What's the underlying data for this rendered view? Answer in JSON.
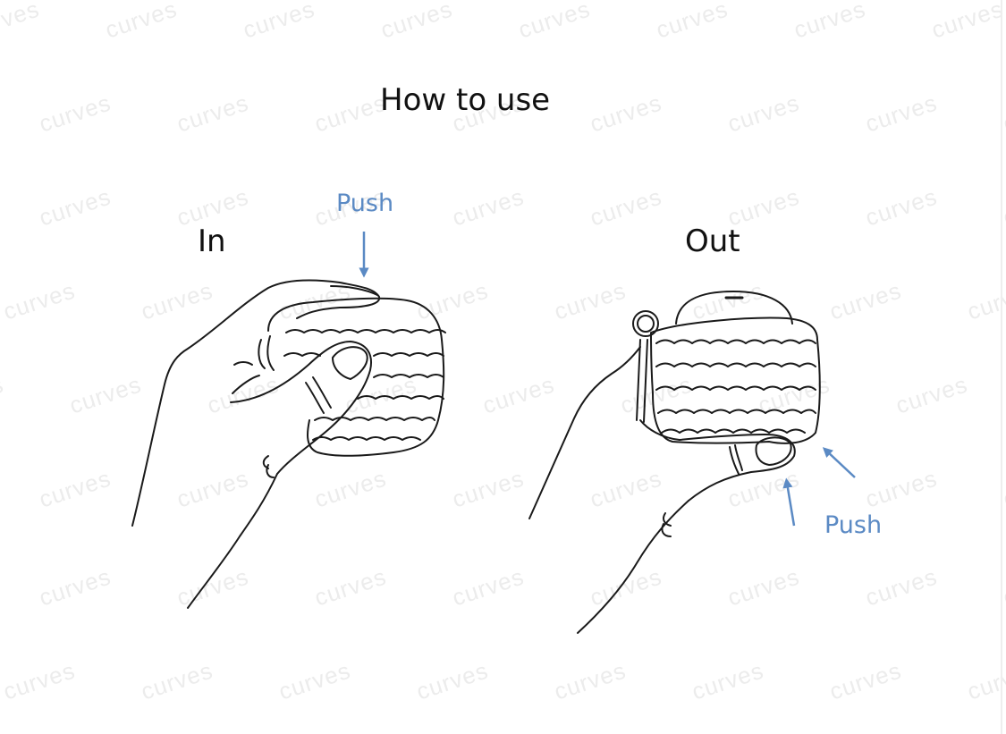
{
  "title": "How to use",
  "panels": [
    {
      "label": "In",
      "push_label": "Push",
      "arrow_direction": "down",
      "illustration": "hand-pressing-crochet-case-top"
    },
    {
      "label": "Out",
      "push_label": "Push",
      "arrow_direction": "up",
      "illustration": "hand-pushing-crochet-case-bottom"
    }
  ],
  "watermark_text": "curves",
  "colors": {
    "accent": "#5b8ac4",
    "text": "#111111",
    "watermark": "#ececec",
    "background": "#ffffff"
  }
}
